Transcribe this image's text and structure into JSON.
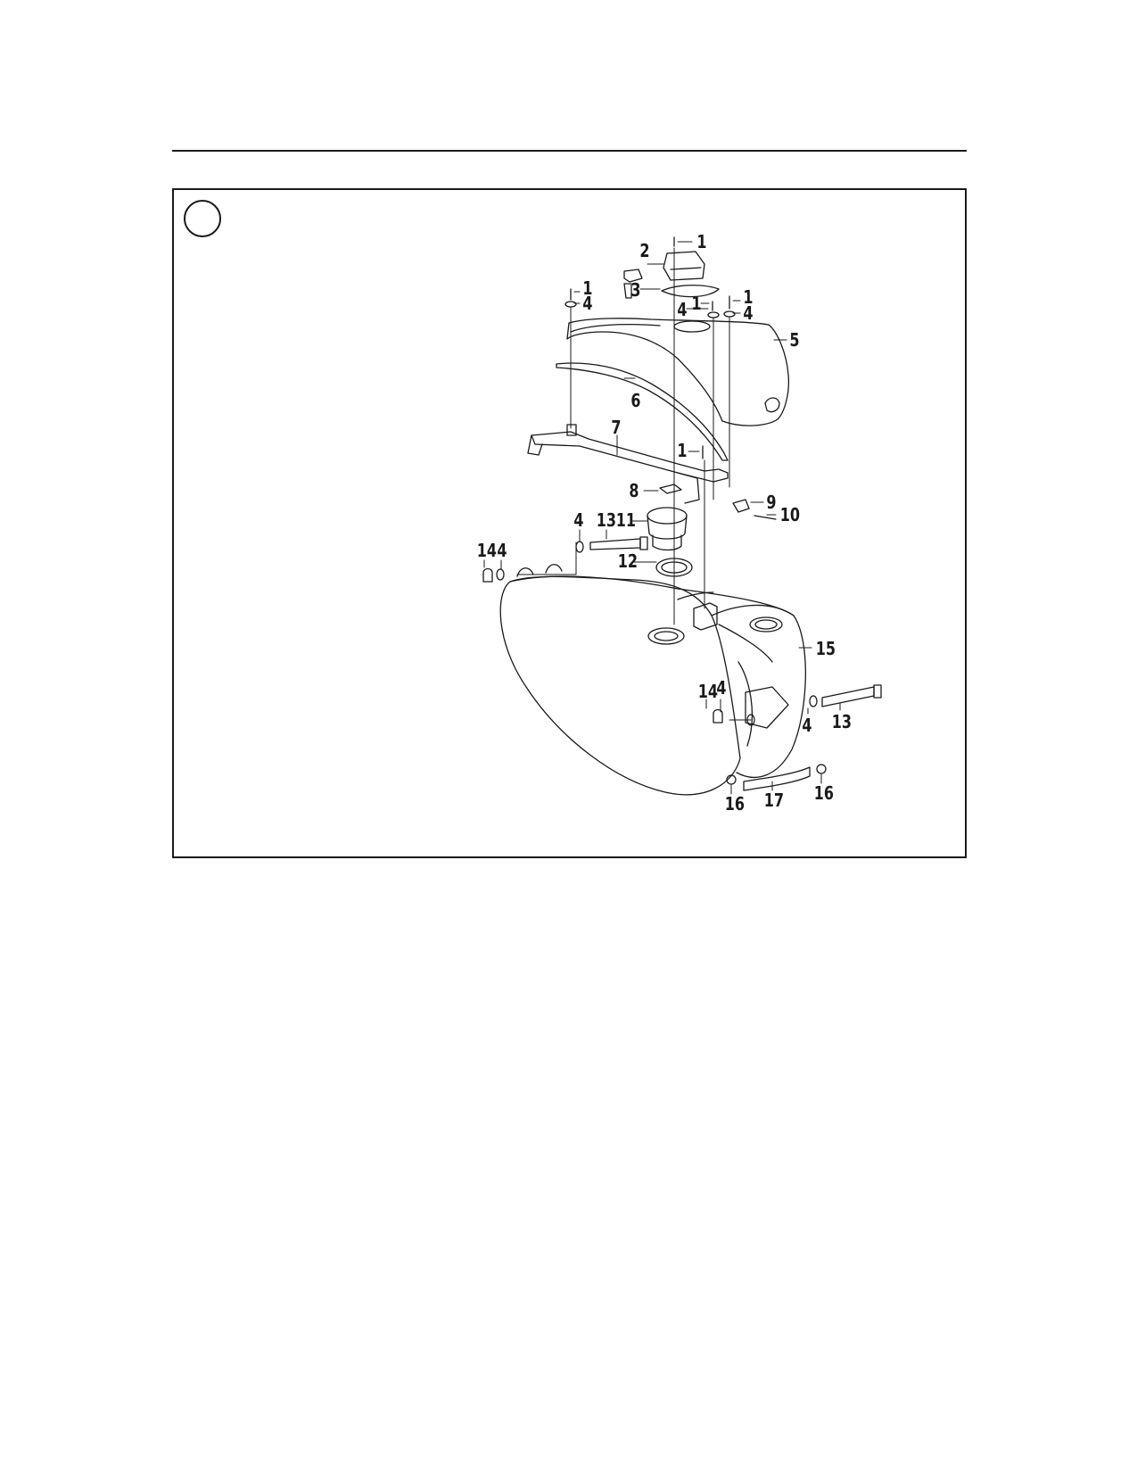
{
  "callouts": {
    "c1a": "1",
    "c2": "2",
    "c3": "3",
    "c1b": "1",
    "c4a": "4",
    "c1c": "1",
    "c1d": "1",
    "c4b": "4",
    "c4c": "4",
    "c5": "5",
    "c6": "6",
    "c7": "7",
    "c1e": "1",
    "c8": "8",
    "c9": "9",
    "c10": "10",
    "c4d": "4",
    "c13a": "13",
    "c11": "11",
    "c12": "12",
    "c14a": "14",
    "c4e": "4",
    "c15": "15",
    "c14b": "14",
    "c4f": "4",
    "c4g": "4",
    "c13b": "13",
    "c16a": "16",
    "c17": "17",
    "c16b": "16"
  }
}
